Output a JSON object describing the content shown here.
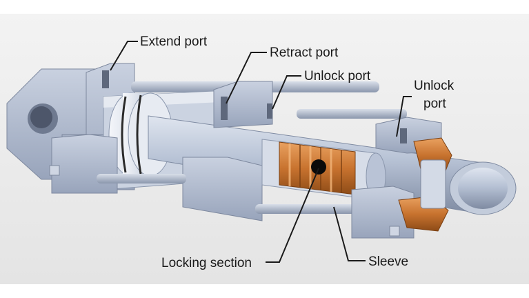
{
  "labels": {
    "extend_port": "Extend port",
    "retract_port": "Retract port",
    "unlock_port_1": "Unlock port",
    "unlock_port_2_line1": "Unlock",
    "unlock_port_2_line2": "port",
    "locking_section": "Locking section",
    "sleeve": "Sleeve"
  },
  "colors": {
    "background": "#e9e9e9",
    "steel": "#b9c3d6",
    "steel_dark": "#8b97ad",
    "bronze": "#c8732f",
    "leader": "#1a1a1a"
  }
}
